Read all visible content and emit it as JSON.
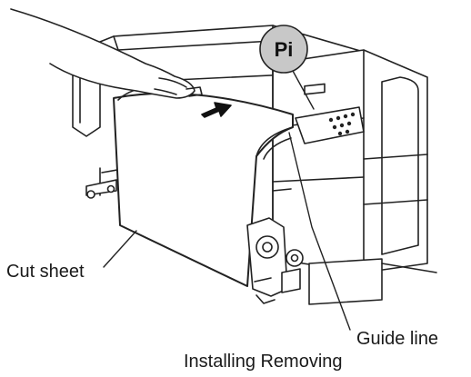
{
  "diagram": {
    "badge": {
      "text": "Pi"
    },
    "labels": {
      "cut_sheet": "Cut sheet",
      "guide_line": "Guide line",
      "caption": "Installing Removing"
    },
    "icons": [
      "printer-illustration",
      "hand-icon",
      "arrow-right-icon",
      "control-panel-icon",
      "roll-holder-icon",
      "pi-badge-icon"
    ]
  }
}
